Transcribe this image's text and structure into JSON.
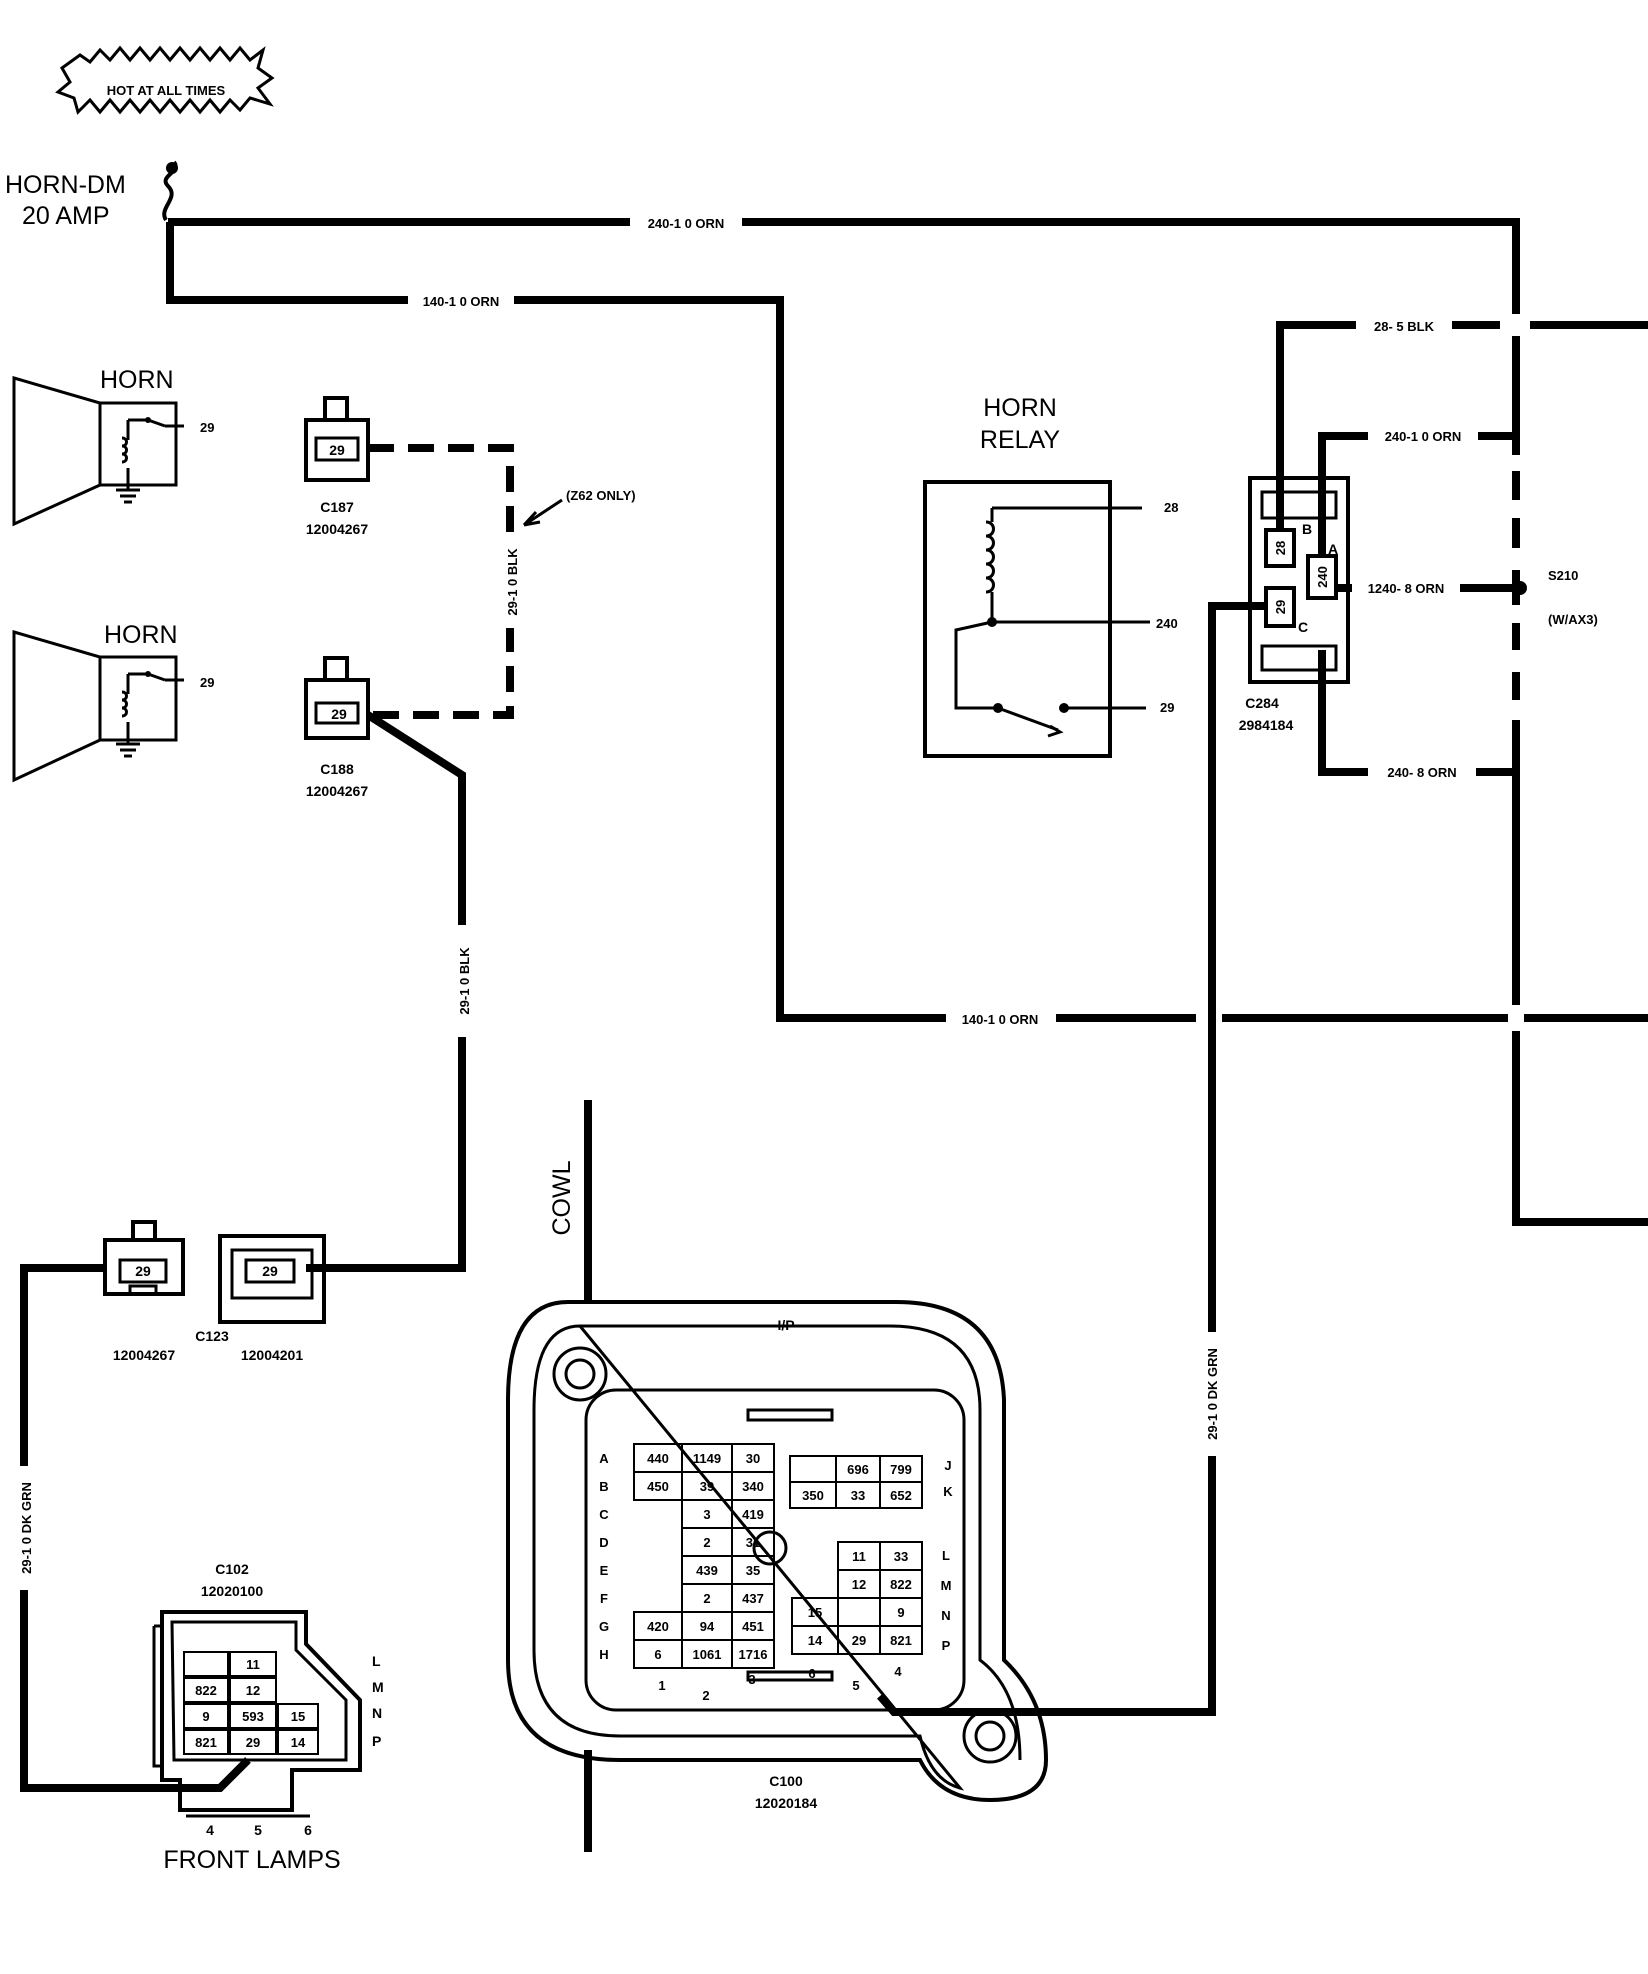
{
  "hot_label": "HOT AT ALL TIMES",
  "fuse": {
    "name": "HORN-DM",
    "rating": "20 AMP"
  },
  "wires": {
    "w240_top": "240-1 0 ORN",
    "w140_top": "140-1 0 ORN",
    "w28_blk": "28- 5 BLK",
    "w240_a": "240-1 0 ORN",
    "w240_c": "1240- 8 ORN",
    "w240_b": "240- 8 ORN",
    "w140_bottom": "140-1 0 ORN",
    "w29_dash": "29-1 0 BLK",
    "w29_blk": "29-1 0 BLK",
    "w29_dkgrn_right": "29-1 0 DK GRN",
    "w29_dkgrn_left": "29-1 0 DK GRN"
  },
  "horns": [
    {
      "label": "HORN",
      "terminal": "29"
    },
    {
      "label": "HORN",
      "terminal": "29"
    }
  ],
  "c187": {
    "cavity": "29",
    "name": "C187",
    "part": "12004267"
  },
  "c188": {
    "cavity": "29",
    "name": "C188",
    "part": "12004267"
  },
  "z62": "(Z62 ONLY)",
  "relay": {
    "title1": "HORN",
    "title2": "RELAY",
    "t28": "28",
    "t240": "240",
    "t29": "29"
  },
  "c284": {
    "name": "C284",
    "part": "2984184",
    "cav_b": "28",
    "cav_a": "240",
    "cav_c": "29",
    "pin_b": "B",
    "pin_a": "A",
    "pin_c": "C"
  },
  "splice": {
    "name": "S210",
    "option": "(W/AX3)"
  },
  "c123": {
    "name": "C123",
    "left_part": "12004267",
    "right_part": "12004201",
    "left_cavity": "29",
    "right_cavity": "29"
  },
  "cowl": "COWL",
  "c100": {
    "location": "I/P",
    "name": "C100",
    "part": "12020184",
    "left_rows": [
      "A",
      "B",
      "C",
      "D",
      "E",
      "F",
      "G",
      "H"
    ],
    "left_cells": [
      [
        "440",
        "1149",
        "30"
      ],
      [
        "450",
        "39",
        "340"
      ],
      [
        "",
        "3",
        "419"
      ],
      [
        "",
        "2",
        "31"
      ],
      [
        "",
        "439",
        "35"
      ],
      [
        "",
        "2",
        "437"
      ],
      [
        "420",
        "94",
        "451"
      ],
      [
        "6",
        "1061",
        "1716"
      ]
    ],
    "right_top_rows": [
      "J",
      "K"
    ],
    "right_top_cells": [
      [
        "",
        "696",
        "799"
      ],
      [
        "350",
        "33",
        "652"
      ]
    ],
    "right_bottom_rows": [
      "L",
      "M",
      "N",
      "P"
    ],
    "right_bottom_cells": [
      [
        "",
        "11",
        "33"
      ],
      [
        "",
        "12",
        "822"
      ],
      [
        "15",
        "",
        "9"
      ],
      [
        "14",
        "29",
        "821"
      ]
    ],
    "cols": [
      "1",
      "2",
      "3",
      "6",
      "5",
      "4"
    ]
  },
  "c102": {
    "name": "C102",
    "part": "12020100",
    "rows": [
      "L",
      "M",
      "N",
      "P"
    ],
    "cells": [
      [
        "",
        "11",
        ""
      ],
      [
        "822",
        "12",
        ""
      ],
      [
        "9",
        "593",
        "15"
      ],
      [
        "821",
        "29",
        "14"
      ]
    ],
    "cols": [
      "4",
      "5",
      "6"
    ],
    "caption": "FRONT LAMPS"
  }
}
